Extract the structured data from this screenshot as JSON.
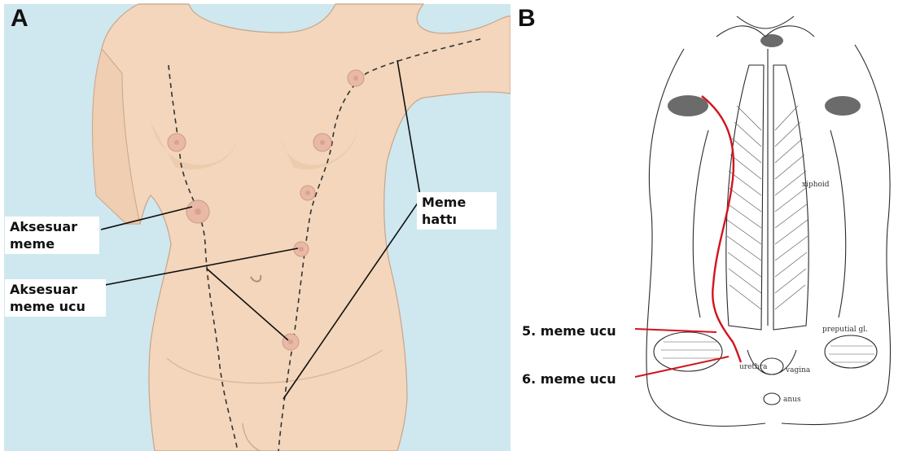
{
  "panel_a": {
    "letter": "A",
    "labels": {
      "accessory_breast": "Aksesuar\nmeme",
      "accessory_nipple": "Aksesuar\nmeme ucu",
      "milk_line": "Meme\nhattı"
    }
  },
  "panel_b": {
    "letter": "B",
    "labels": {
      "nipple_5": "5. meme ucu",
      "nipple_6": "6. meme ucu"
    },
    "engraving_tags": {
      "xiphoid": "xiphoid",
      "preputial": "preputial gl.",
      "urethra": "urethra",
      "vagina": "vagina",
      "anus": "anus"
    }
  },
  "colors": {
    "panel_a_background": "#cfe7ef",
    "skin": "#f3d6bb",
    "nipple": "#e8b9a6",
    "milk_line_b": "#d0141e"
  }
}
